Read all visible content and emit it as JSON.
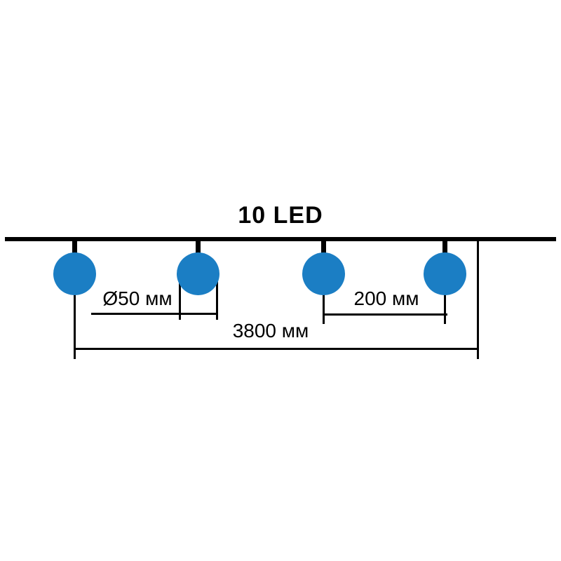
{
  "diagram": {
    "title": "10 LED",
    "led_count": 10,
    "dimensions": {
      "ball_diameter": "Ø50 мм",
      "ball_spacing": "200 мм",
      "total_length": "3800 мм"
    }
  },
  "colors": {
    "ball": "#1b7ec4",
    "line": "#000000",
    "background": "#ffffff"
  }
}
